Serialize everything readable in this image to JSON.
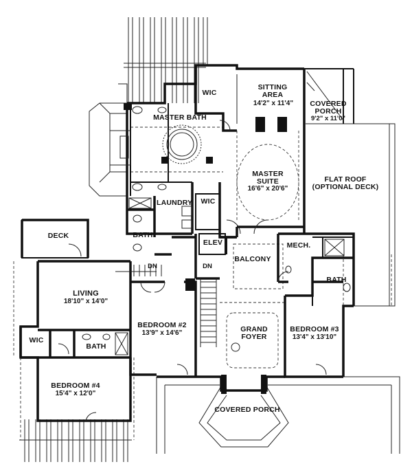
{
  "rooms": {
    "sitting_area": {
      "name": "SITTING\nAREA",
      "dims": "14'2\" x 11'4\""
    },
    "covered_porch_ne": {
      "name": "COVERED\nPORCH",
      "dims": "9'2\" x 11'0\""
    },
    "wic_top": {
      "name": "WIC"
    },
    "master_bath": {
      "name": "MASTER BATH"
    },
    "master_suite": {
      "name": "MASTER\nSUITE",
      "dims": "16'6\" x 20'6\""
    },
    "flat_roof": {
      "name": "FLAT ROOF\n(OPTIONAL DECK)"
    },
    "laundry": {
      "name": "LAUNDRY"
    },
    "wic_mid": {
      "name": "WIC"
    },
    "bath_mid": {
      "name": "BATH"
    },
    "elev": {
      "name": "ELEV"
    },
    "mech": {
      "name": "MECH."
    },
    "balcony": {
      "name": "BALCONY"
    },
    "bath_right": {
      "name": "BATH"
    },
    "deck": {
      "name": "DECK"
    },
    "dn_left": {
      "name": "DN"
    },
    "dn_right": {
      "name": "DN"
    },
    "living": {
      "name": "LIVING",
      "dims": "18'10\" x 14'0\""
    },
    "bedroom2": {
      "name": "BEDROOM #2",
      "dims": "13'9\" x 14'6\""
    },
    "grand_foyer": {
      "name": "GRAND\nFOYER"
    },
    "bedroom3": {
      "name": "BEDROOM #3",
      "dims": "13'4\" x 13'10\""
    },
    "wic_left": {
      "name": "WIC"
    },
    "bath_left": {
      "name": "BATH"
    },
    "bedroom4": {
      "name": "BEDROOM #4",
      "dims": "15'4\" x 12'0\""
    },
    "covered_porch": {
      "name": "COVERED PORCH"
    }
  },
  "colors": {
    "wall": "#111111",
    "line": "#222222",
    "dash": "#333333",
    "bg": "#ffffff"
  }
}
